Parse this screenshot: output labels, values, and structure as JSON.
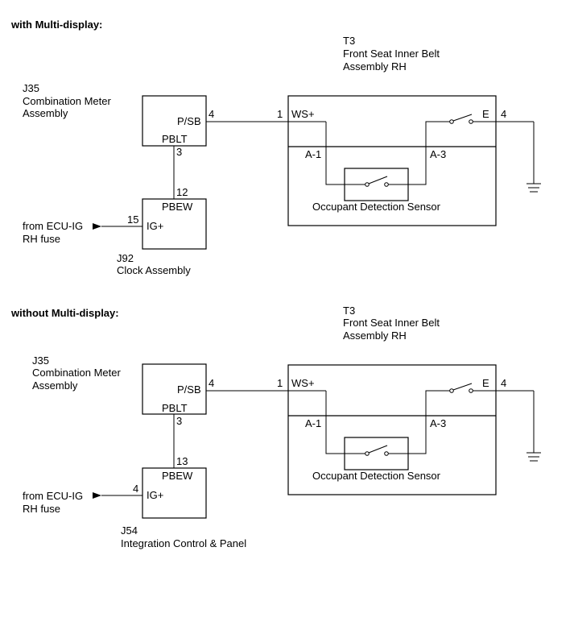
{
  "sections": [
    {
      "heading": "with Multi-display:",
      "meter": {
        "code": "J35",
        "name_line1": "Combination Meter",
        "name_line2": "Assembly",
        "pin_psb_label": "P/SB",
        "pin_psb_num": "4",
        "pin_pblt_label": "PBLT",
        "pin_pblt_num": "3"
      },
      "lower": {
        "code": "J92",
        "name": "Clock Assembly",
        "pin_pbew_label": "PBEW",
        "pin_pbew_num": "12",
        "pin_ig_label": "IG+",
        "pin_ig_num": "15"
      },
      "source": {
        "line1": "from ECU-IG",
        "line2": "RH fuse"
      },
      "belt": {
        "code": "T3",
        "name_line1": "Front Seat Inner Belt",
        "name_line2": "Assembly RH",
        "ws_label": "WS+",
        "ws_num": "1",
        "e_label": "E",
        "e_num": "4",
        "a1_label": "A-1",
        "a3_label": "A-3",
        "sensor_label": "Occupant Detection Sensor"
      }
    },
    {
      "heading": "without Multi-display:",
      "meter": {
        "code": "J35",
        "name_line1": "Combination Meter",
        "name_line2": "Assembly",
        "pin_psb_label": "P/SB",
        "pin_psb_num": "4",
        "pin_pblt_label": "PBLT",
        "pin_pblt_num": "3"
      },
      "lower": {
        "code": "J54",
        "name": "Integration Control & Panel",
        "pin_pbew_label": "PBEW",
        "pin_pbew_num": "13",
        "pin_ig_label": "IG+",
        "pin_ig_num": "4"
      },
      "source": {
        "line1": "from ECU-IG",
        "line2": "RH fuse"
      },
      "belt": {
        "code": "T3",
        "name_line1": "Front Seat Inner Belt",
        "name_line2": "Assembly RH",
        "ws_label": "WS+",
        "ws_num": "1",
        "e_label": "E",
        "e_num": "4",
        "a1_label": "A-1",
        "a3_label": "A-3",
        "sensor_label": "Occupant Detection Sensor"
      }
    }
  ]
}
